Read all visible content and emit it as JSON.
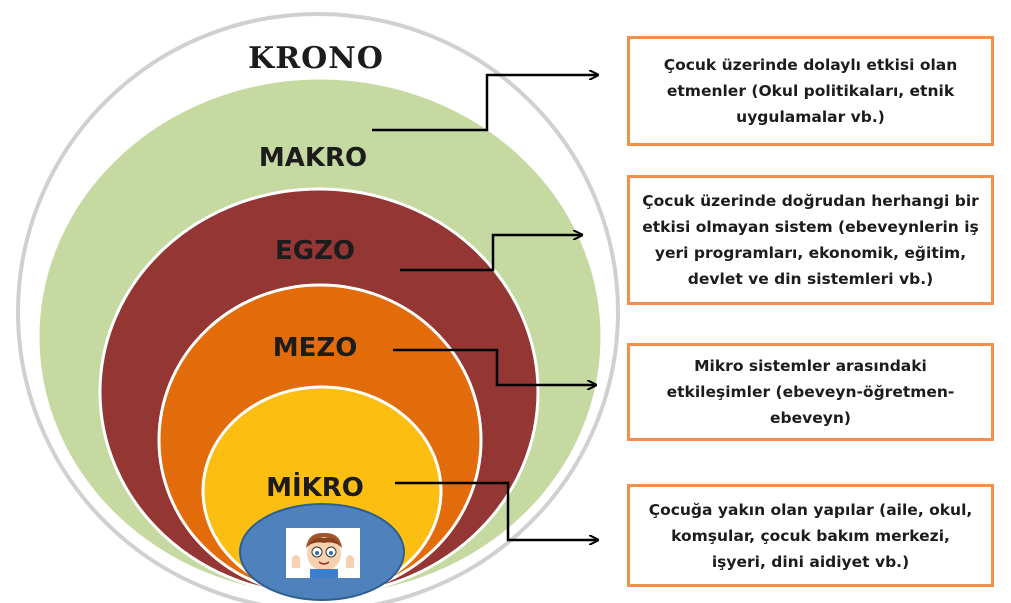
{
  "levels": {
    "krono": "KRONO",
    "makro": "MAKRO",
    "egzo": "EGZO",
    "mezo": "MEZO",
    "mikro": "MİKRO"
  },
  "descriptions": {
    "makro": [
      "Çocuk üzerinde dolaylı etkisi olan",
      "etmenler (Okul politikaları, etnik",
      "uygulamalar vb.)"
    ],
    "egzo": [
      "Çocuk üzerinde doğrudan herhangi bir",
      "etkisi olmayan sistem (ebeveynlerin iş",
      "yeri programları, ekonomik, eğitim,",
      "devlet ve din sistemleri vb.)"
    ],
    "mezo": [
      "Mikro sistemler arasındaki",
      "etkileşimler (ebeveyn-öğretmen-",
      "ebeveyn)"
    ],
    "mikro": [
      "Çocuğa yakın olan yapılar (aile, okul,",
      "komşular, çocuk bakım merkezi,",
      "işyeri, dini aidiyet vb.)"
    ]
  },
  "colors": {
    "krono": "#ffffff",
    "makro": "#c5d9a0",
    "egzo": "#943634",
    "mezo": "#e36c0a",
    "mikro": "#fcbf11",
    "center": "#4f81bd",
    "box_border": "#f2904b"
  }
}
